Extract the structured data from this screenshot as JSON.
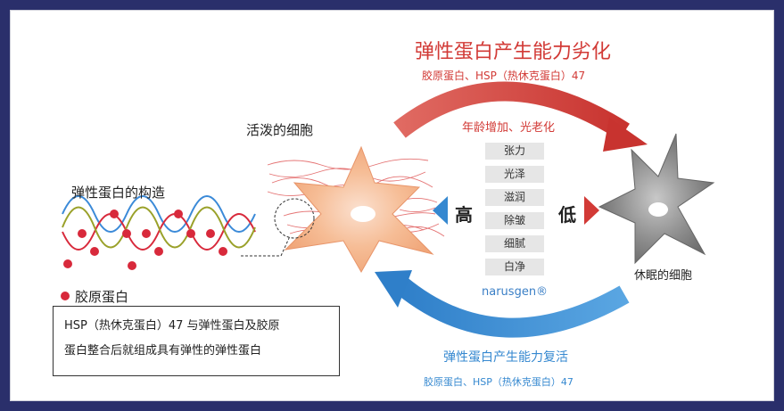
{
  "title_top": "弹性蛋白产生能力劣化",
  "subtitle_top": "胶原蛋白、HSP（热休克蛋白）47",
  "aging_label": "年龄增加、光老化",
  "active_cell_label": "活泼的细胞",
  "structure_title": "弹性蛋白的构造",
  "legend_label": "胶原蛋白",
  "note_line1": "HSP（热休克蛋白）47 与弹性蛋白及胶原",
  "note_line2": "蛋白整合后就组成具有弹性的弹性蛋白",
  "sleeping_cell_label": "休眠的细胞",
  "title_bottom": "弹性蛋白产生能力复活",
  "subtitle_bottom": "胶原蛋白、HSP（热休克蛋白）47",
  "high_label": "高",
  "low_label": "低",
  "properties": [
    "张力",
    "光泽",
    "滋润",
    "除皱",
    "细腻",
    "白净"
  ],
  "brand": "narusgen®",
  "colors": {
    "frame_bg": "#2a2f6b",
    "red": "#d23a36",
    "blue": "#3588d0",
    "active_cell": "#f3b48a",
    "sleeping_cell": "#8a8a8a"
  }
}
